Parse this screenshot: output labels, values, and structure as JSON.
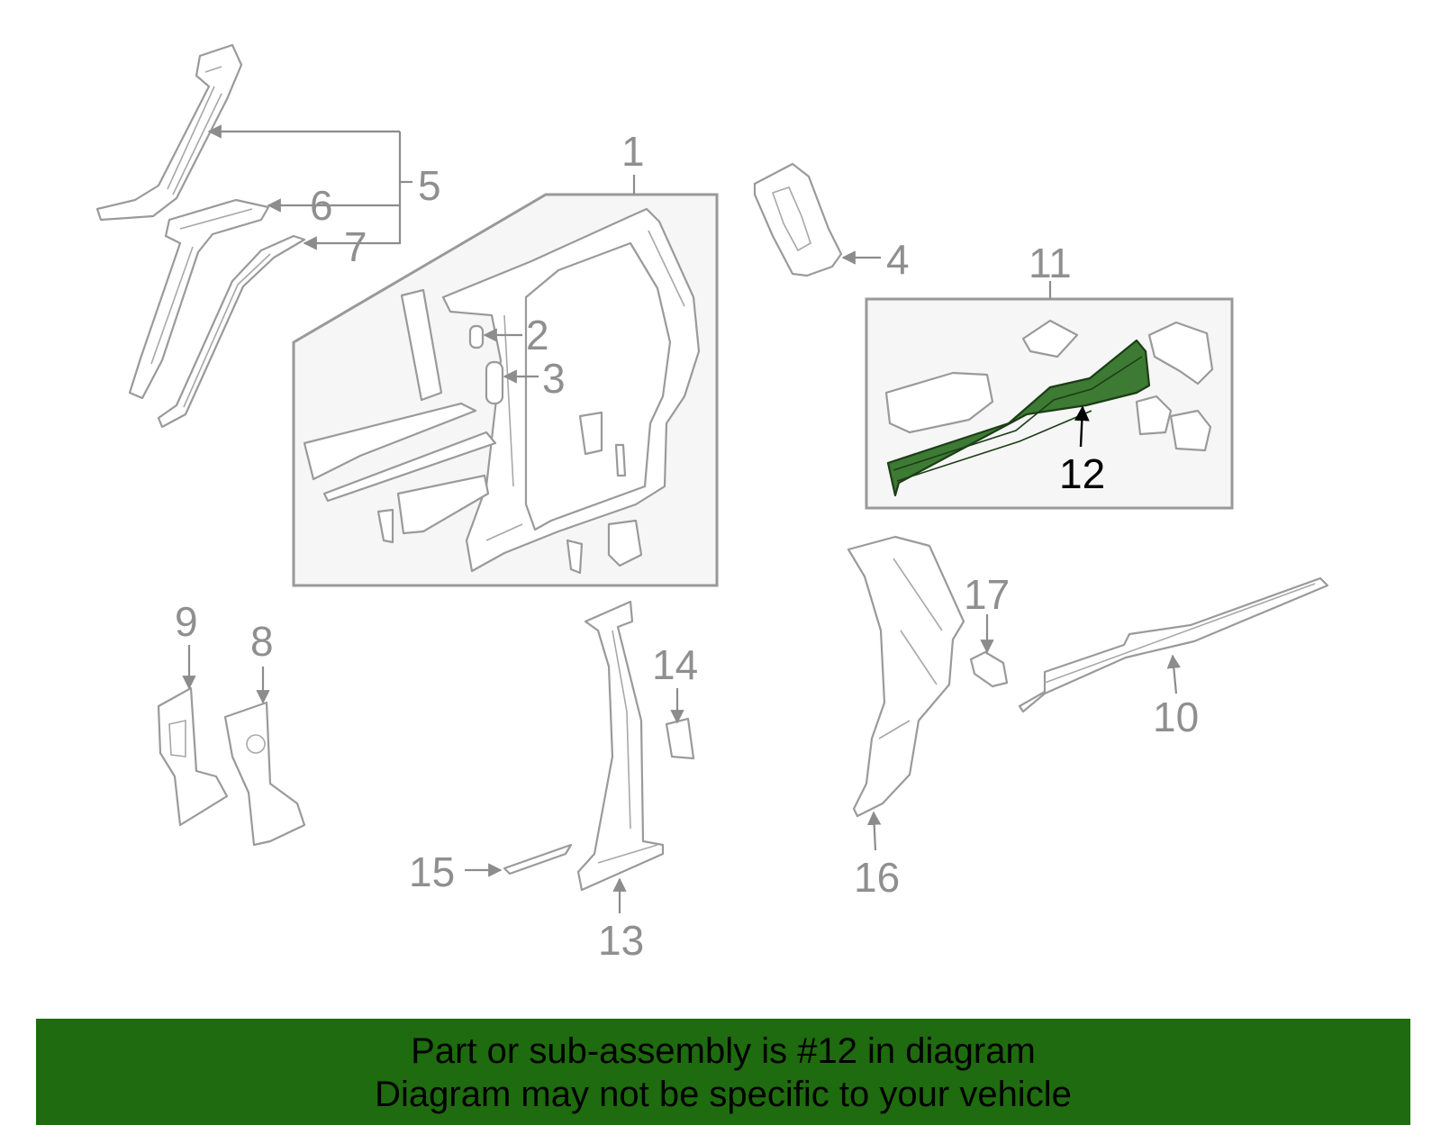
{
  "colors": {
    "highlight": "#3d7a33",
    "banner": "#1f6b0f",
    "line_art": "#9a9a9a"
  },
  "callouts": {
    "c1": "1",
    "c2": "2",
    "c3": "3",
    "c4": "4",
    "c5": "5",
    "c6": "6",
    "c7": "7",
    "c8": "8",
    "c9": "9",
    "c10": "10",
    "c11": "11",
    "c12": "12",
    "c13": "13",
    "c14": "14",
    "c15": "15",
    "c16": "16",
    "c17": "17"
  },
  "highlighted_part": "12",
  "banner": {
    "line1": "Part or sub-assembly is #12 in diagram",
    "line2": "Diagram may not be specific to your vehicle"
  }
}
